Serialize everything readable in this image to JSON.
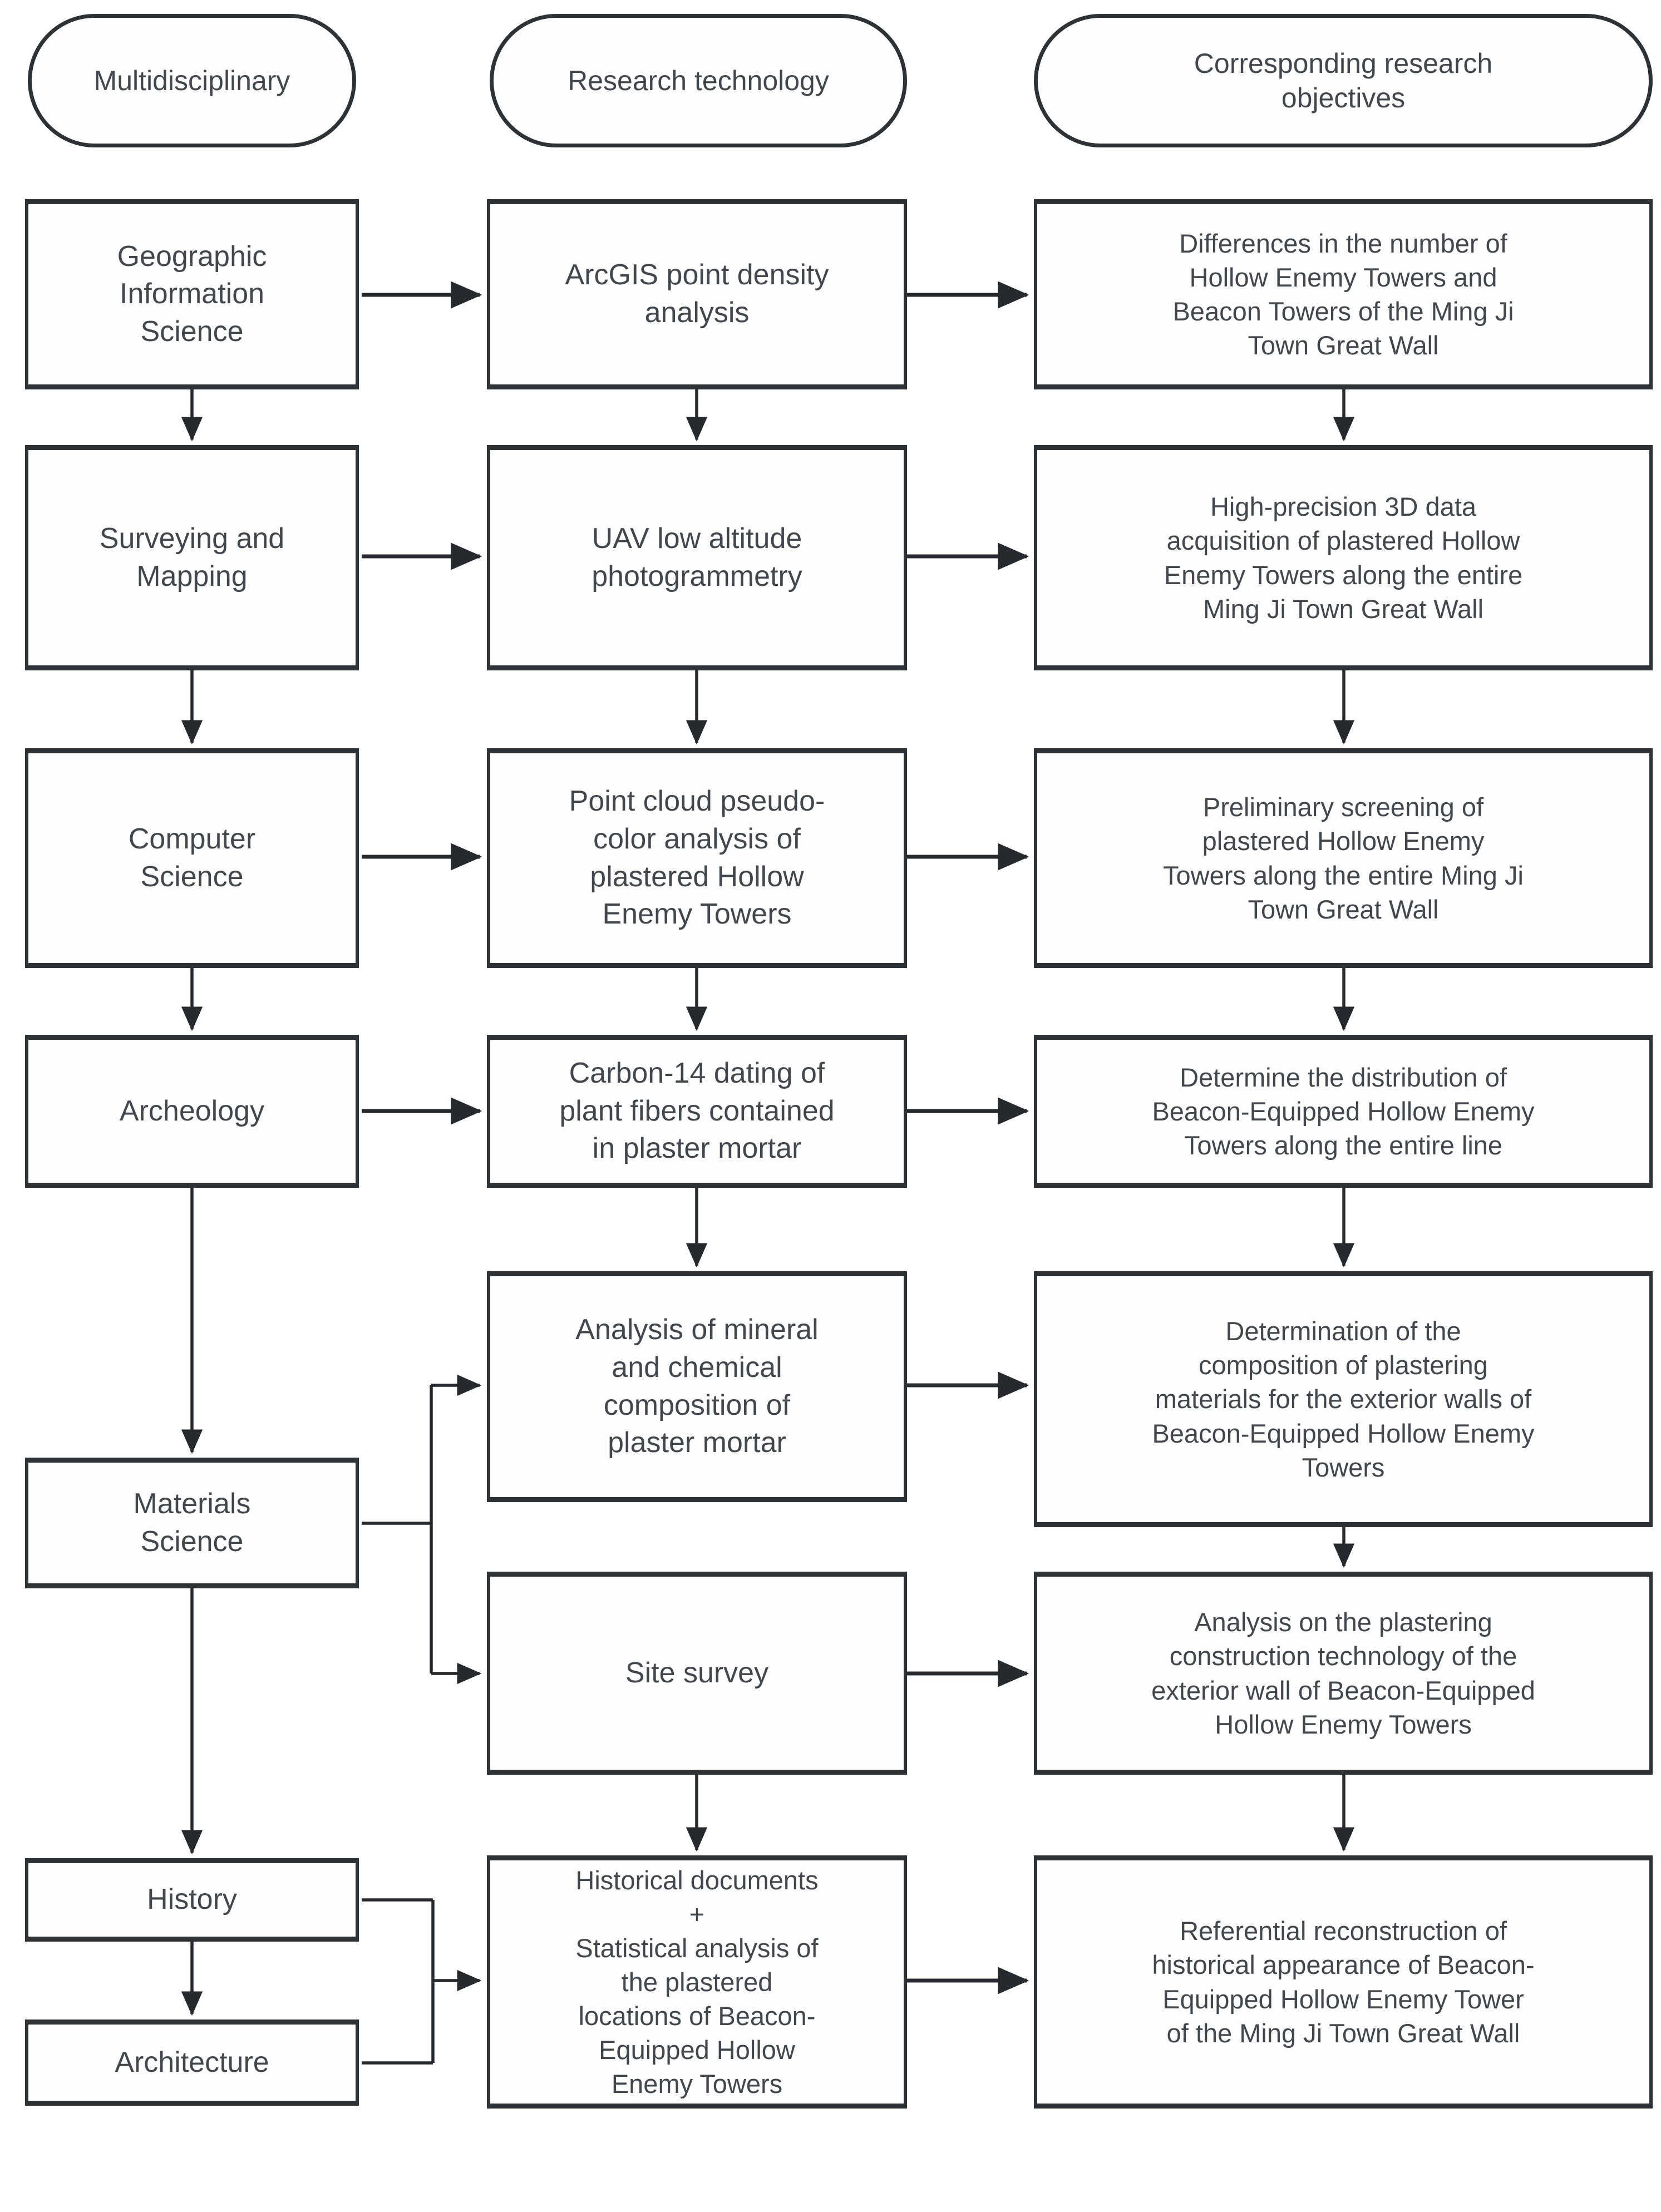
{
  "diagram": {
    "headers": {
      "col1": "Multidisciplinary",
      "col2": "Research technology",
      "col3": "Corresponding research\nobjectives"
    },
    "disciplines": {
      "gis": "Geographic\nInformation\nScience",
      "surveying": "Surveying and\nMapping",
      "computer_science": "Computer\nScience",
      "archeology": "Archeology",
      "materials": "Materials\nScience",
      "history": "History",
      "architecture": "Architecture"
    },
    "technologies": {
      "arcgis": "ArcGIS point density\nanalysis",
      "uav": "UAV low altitude\nphotogrammetry",
      "point_cloud": "Point cloud pseudo-\ncolor analysis of\nplastered Hollow\nEnemy Towers",
      "carbon14": "Carbon-14 dating of\nplant fibers contained\nin plaster mortar",
      "mineral_analysis": "Analysis of mineral\nand chemical\ncomposition of\nplaster mortar",
      "site_survey": "Site survey",
      "historical_statistical": "Historical documents\n+\nStatistical analysis of\nthe plastered\nlocations of Beacon-\nEquipped Hollow\nEnemy Towers"
    },
    "objectives": {
      "differences": "Differences in the number of\nHollow Enemy Towers and\nBeacon Towers of the Ming Ji\nTown Great Wall",
      "acquisition": "High-precision 3D data\nacquisition of plastered Hollow\nEnemy Towers along the entire\nMing Ji Town Great Wall",
      "screening": "Preliminary screening of\nplastered Hollow Enemy\nTowers along the entire Ming Ji\nTown Great Wall",
      "distribution": "Determine the distribution of\nBeacon-Equipped Hollow Enemy\nTowers along the entire line",
      "composition": "Determination of the\ncomposition of plastering\nmaterials for the exterior walls of\nBeacon-Equipped Hollow Enemy\nTowers",
      "construction": "Analysis on the plastering\nconstruction technology of the\nexterior wall of Beacon-Equipped\nHollow Enemy Towers",
      "reconstruction": "Referential reconstruction of\nhistorical appearance of Beacon-\nEquipped Hollow Enemy Tower\nof the Ming Ji Town Great Wall"
    },
    "colors": {
      "line": "#26292e",
      "border": "#2d3237",
      "text": "#42474d",
      "background": "#ffffff"
    }
  }
}
